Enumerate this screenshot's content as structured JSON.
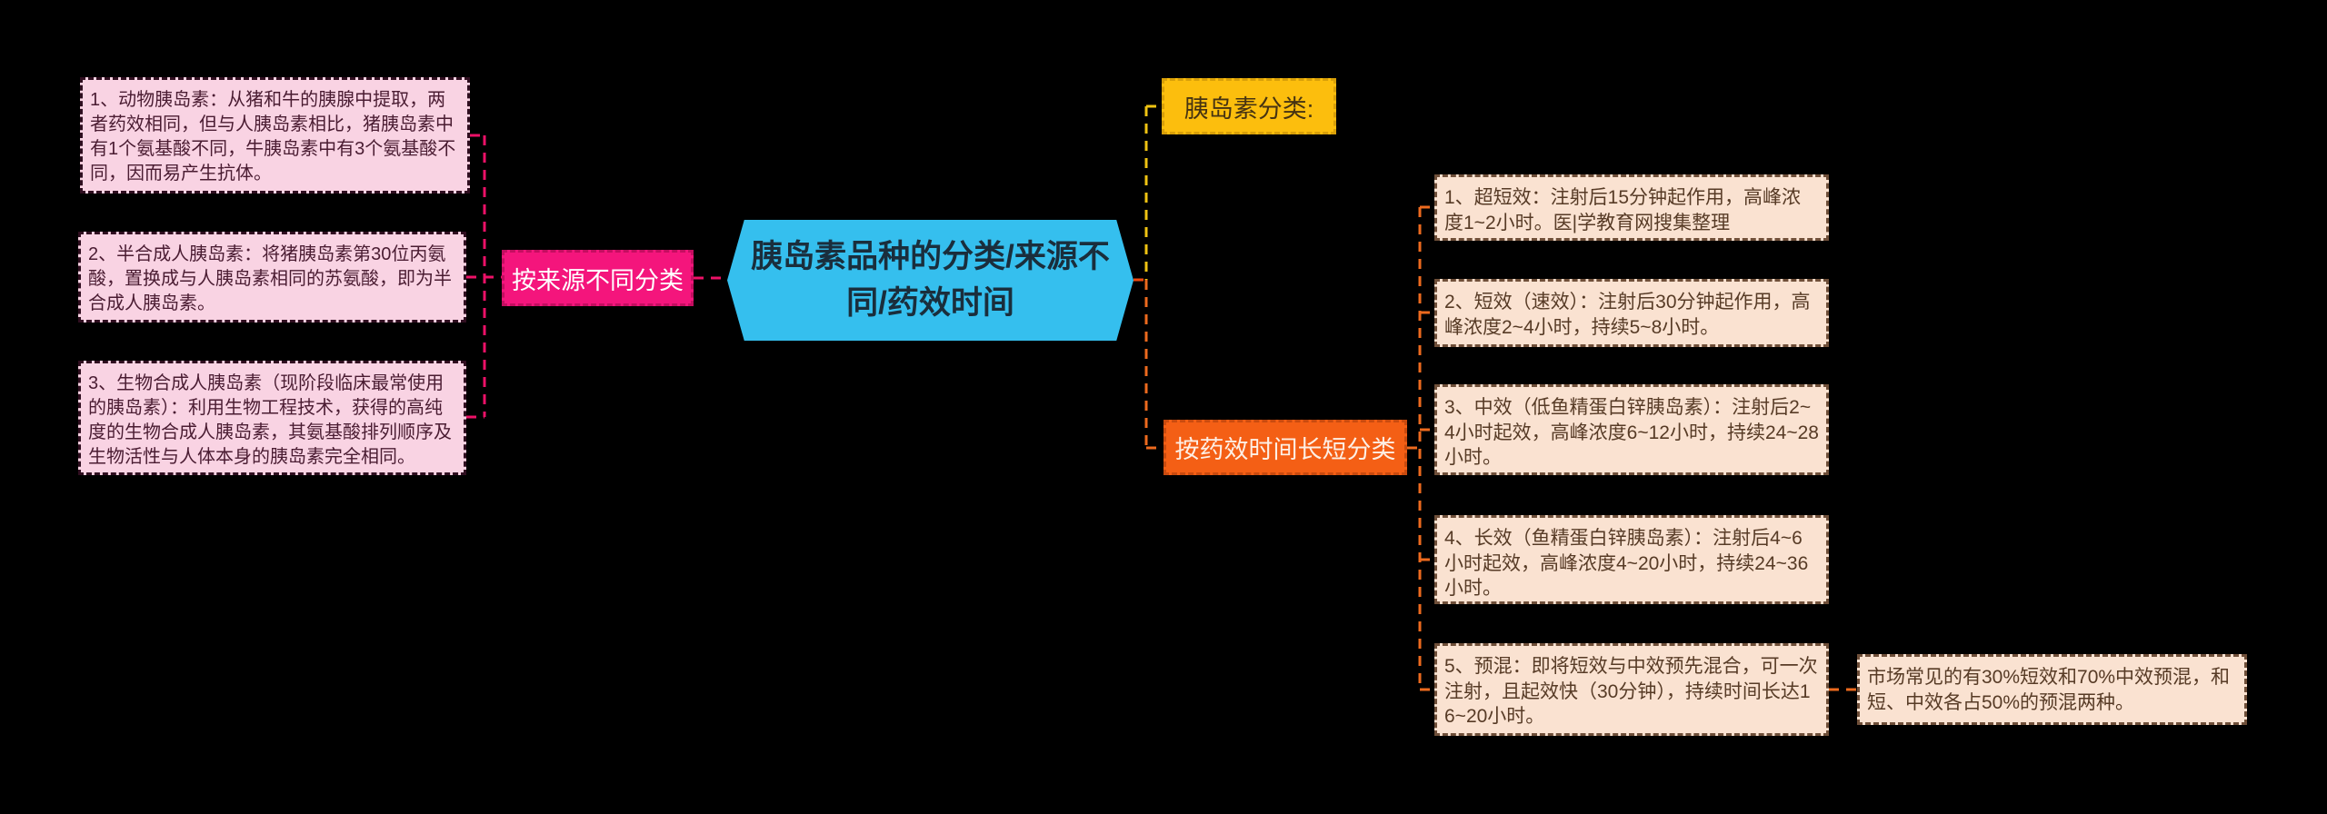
{
  "diagram": {
    "center_topic": "胰岛素品种的分类/来源不同/药效时间",
    "left_branch": {
      "label": "按来源不同分类",
      "children": [
        "1、动物胰岛素：从猪和牛的胰腺中提取，两者药效相同，但与人胰岛素相比，猪胰岛素中有1个氨基酸不同，牛胰岛素中有3个氨基酸不同，因而易产生抗体。",
        "2、半合成人胰岛素：将猪胰岛素第30位丙氨酸，置换成与人胰岛素相同的苏氨酸，即为半合成人胰岛素。",
        "3、生物合成人胰岛素（现阶段临床最常使用的胰岛素）：利用生物工程技术，获得的高纯度的生物合成人胰岛素，其氨基酸排列顺序及生物活性与人体本身的胰岛素完全相同。"
      ]
    },
    "right_branch": {
      "top_label": "胰岛素分类:",
      "bottom_label": "按药效时间长短分类",
      "children": [
        "1、超短效：注射后15分钟起作用，高峰浓度1~2小时。医|学教育网搜集整理",
        "2、短效（速效）：注射后30分钟起作用，高峰浓度2~4小时，持续5~8小时。",
        "3、中效（低鱼精蛋白锌胰岛素）：注射后2~4小时起效，高峰浓度6~12小时，持续24~28小时。",
        "4、长效（鱼精蛋白锌胰岛素）：注射后4~6小时起效，高峰浓度4~20小时，持续24~36小时。",
        "5、预混：即将短效与中效预先混合，可一次注射，且起效快（30分钟），持续时间长达16~20小时。"
      ],
      "note": "市场常见的有30%短效和70%中效预混，和短、中效各占50%的预混两种。"
    },
    "colors": {
      "background": "#000000",
      "center_node": "#35BFEE",
      "source_node": "#F4157C",
      "category_node": "#FCBE0D",
      "duration_node": "#F45F15",
      "left_leaf_bg": "#F9D3E3",
      "right_leaf_bg": "#FAE2D1",
      "left_connector": "#ED1167",
      "yellow_connector": "#EFC312",
      "orange_connector": "#ED6A1E"
    }
  }
}
